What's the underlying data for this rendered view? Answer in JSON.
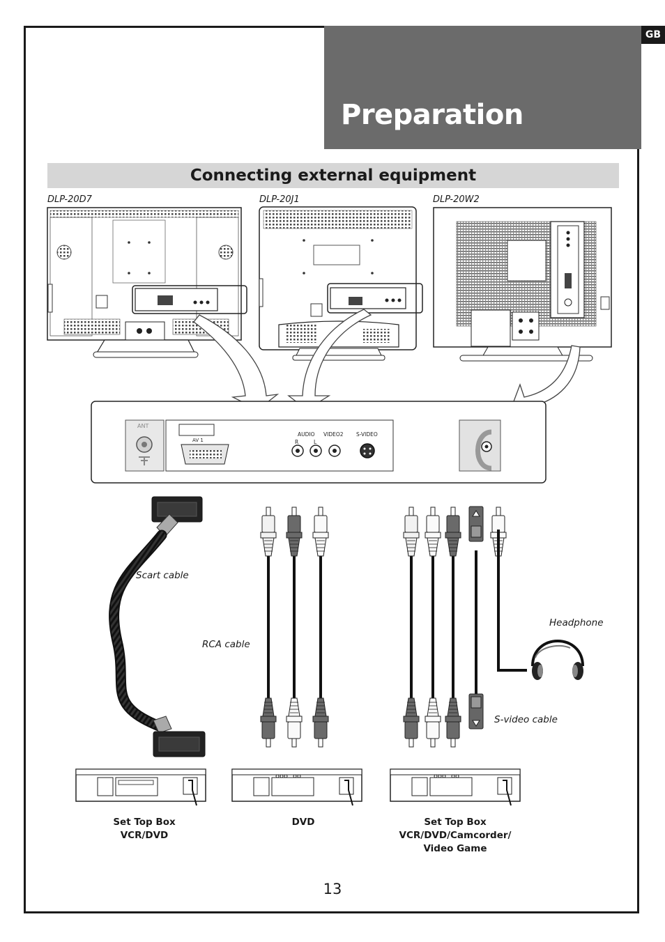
{
  "lang_tab": "GB",
  "title": "Preparation",
  "section_title": "Connecting external equipment",
  "models": [
    "DLP-20D7",
    "DLP-20J1",
    "DLP-20W2"
  ],
  "panel": {
    "ant": "ANT",
    "av1": "AV 1",
    "audio": "AUDIO",
    "r": "R",
    "l": "L",
    "video2": "VIDEO2",
    "svideo": "S-VIDEO"
  },
  "cable_labels": {
    "scart": "Scart cable",
    "rca": "RCA cable",
    "headphone": "Headphone",
    "svideo": "S-video cable"
  },
  "devices": {
    "left": [
      "Set Top Box",
      "VCR/DVD"
    ],
    "middle": [
      "DVD"
    ],
    "right": [
      "Set Top Box",
      "VCR/DVD/Camcorder/",
      "Video Game"
    ]
  },
  "page_number": "13",
  "colors": {
    "title_band": "#6b6b6b",
    "section_bar": "#d6d6d6",
    "ink": "#1a1a1a"
  }
}
